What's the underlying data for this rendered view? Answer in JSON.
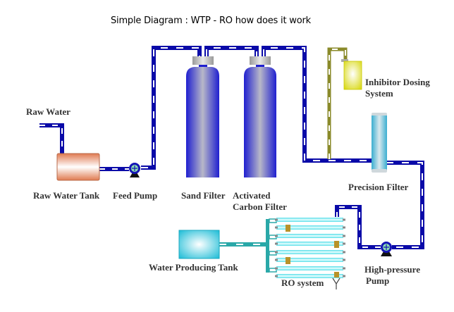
{
  "title": "Simple Diagram : WTP - RO how does it work",
  "colors": {
    "pipe": "#0a0aa8",
    "pipe_dash": "#ffffff",
    "dosing_pipe": "#8a8a2a",
    "product_pipe": "#2aa8a8",
    "filter_vessel": "#2b2bd6",
    "tank_raw": "#e8906a",
    "tank_product": "#27c3dc",
    "dosing_tank": "#e0e020",
    "precision_filter": "#4ab8d0",
    "membrane": "#5ee0ea"
  },
  "nodes": [
    {
      "id": "raw-water",
      "label": "Raw Water"
    },
    {
      "id": "raw-water-tank",
      "label": "Raw Water Tank"
    },
    {
      "id": "feed-pump",
      "label": "Feed Pump"
    },
    {
      "id": "sand-filter",
      "label": "Sand Filter"
    },
    {
      "id": "activated-carbon-filter",
      "label_line1": "Activated",
      "label_line2": "Carbon Filter"
    },
    {
      "id": "inhibitor-dosing-system",
      "label_line1": "Inhibitor Dosing",
      "label_line2": "System"
    },
    {
      "id": "precision-filter",
      "label": "Precision Filter"
    },
    {
      "id": "high-pressure-pump",
      "label_line1": "High-pressure",
      "label_line2": "Pump"
    },
    {
      "id": "ro-system",
      "label": "RO system"
    },
    {
      "id": "water-producing-tank",
      "label": "Water Producing Tank"
    }
  ],
  "edges": [
    {
      "from": "raw-water",
      "to": "raw-water-tank"
    },
    {
      "from": "raw-water-tank",
      "to": "feed-pump"
    },
    {
      "from": "feed-pump",
      "to": "sand-filter"
    },
    {
      "from": "sand-filter",
      "to": "activated-carbon-filter"
    },
    {
      "from": "activated-carbon-filter",
      "to": "precision-filter"
    },
    {
      "from": "inhibitor-dosing-system",
      "to": "precision-filter"
    },
    {
      "from": "precision-filter",
      "to": "high-pressure-pump"
    },
    {
      "from": "high-pressure-pump",
      "to": "ro-system"
    },
    {
      "from": "ro-system",
      "to": "water-producing-tank"
    }
  ]
}
